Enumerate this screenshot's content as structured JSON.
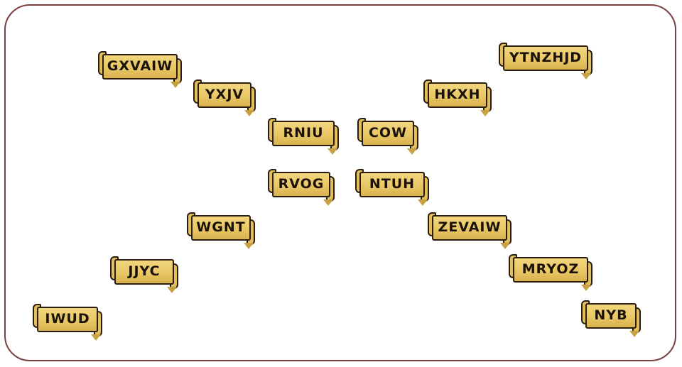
{
  "words": [
    {
      "id": "gxvaiw",
      "text": "GXVAIW"
    },
    {
      "id": "yxjv",
      "text": "YXJV"
    },
    {
      "id": "rniu",
      "text": "RNIU"
    },
    {
      "id": "rvog",
      "text": "RVOG"
    },
    {
      "id": "wgnt",
      "text": "WGNT"
    },
    {
      "id": "jjyc",
      "text": "JJYC"
    },
    {
      "id": "iwud",
      "text": "IWUD"
    },
    {
      "id": "ytnzhjd",
      "text": "YTNZHJD"
    },
    {
      "id": "hkxh",
      "text": "HKXH"
    },
    {
      "id": "cow",
      "text": "COW"
    },
    {
      "id": "ntuh",
      "text": "NTUH"
    },
    {
      "id": "zevaiw",
      "text": "ZEVAIW"
    },
    {
      "id": "mryoz",
      "text": "MRYOZ"
    },
    {
      "id": "nyb",
      "text": "NYB"
    }
  ],
  "colors": {
    "border": "#7a3f3f",
    "scroll_fill": "#e8c765",
    "scroll_outline": "#2b1d0e"
  }
}
